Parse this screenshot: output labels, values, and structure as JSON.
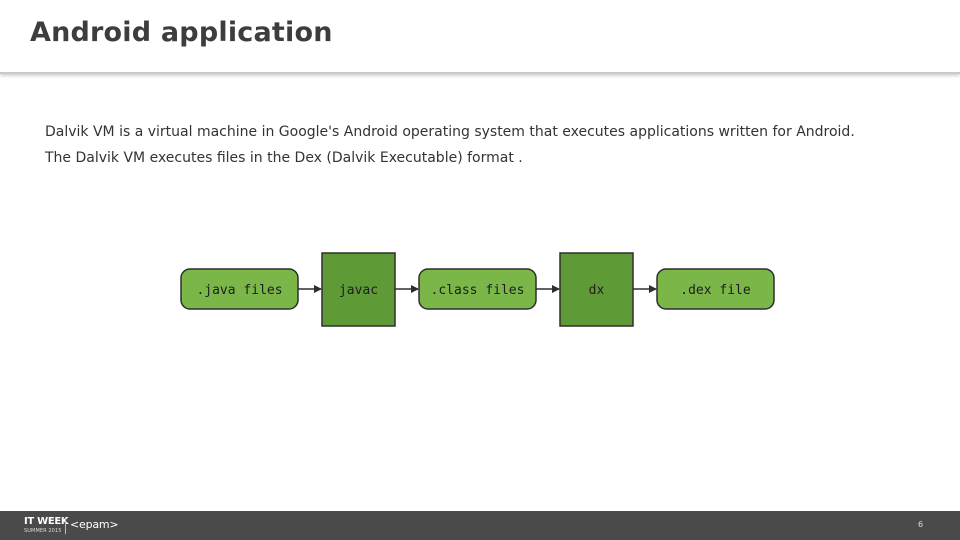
{
  "slide": {
    "title": "Android application",
    "paragraphs": [
      "Dalvik VM is a virtual machine in Google's Android operating system that executes applications written for Android.",
      "The Dalvik VM executes files in the Dex (Dalvik Executable) format ."
    ]
  },
  "diagram": {
    "nodes": [
      {
        "label": ".java files",
        "kind": "file"
      },
      {
        "label": "javac",
        "kind": "tool"
      },
      {
        "label": ".class files",
        "kind": "file"
      },
      {
        "label": "dx",
        "kind": "tool"
      },
      {
        "label": ".dex file",
        "kind": "file"
      }
    ],
    "colors": {
      "file_fill": "#7ab648",
      "tool_fill": "#5e9a36",
      "stroke": "#2e2e2e"
    }
  },
  "footer": {
    "brand": "IT WEEK",
    "season": "SUMMER 2015",
    "company": "<epam>",
    "page_number": "6",
    "background": "#4a4a4a"
  }
}
